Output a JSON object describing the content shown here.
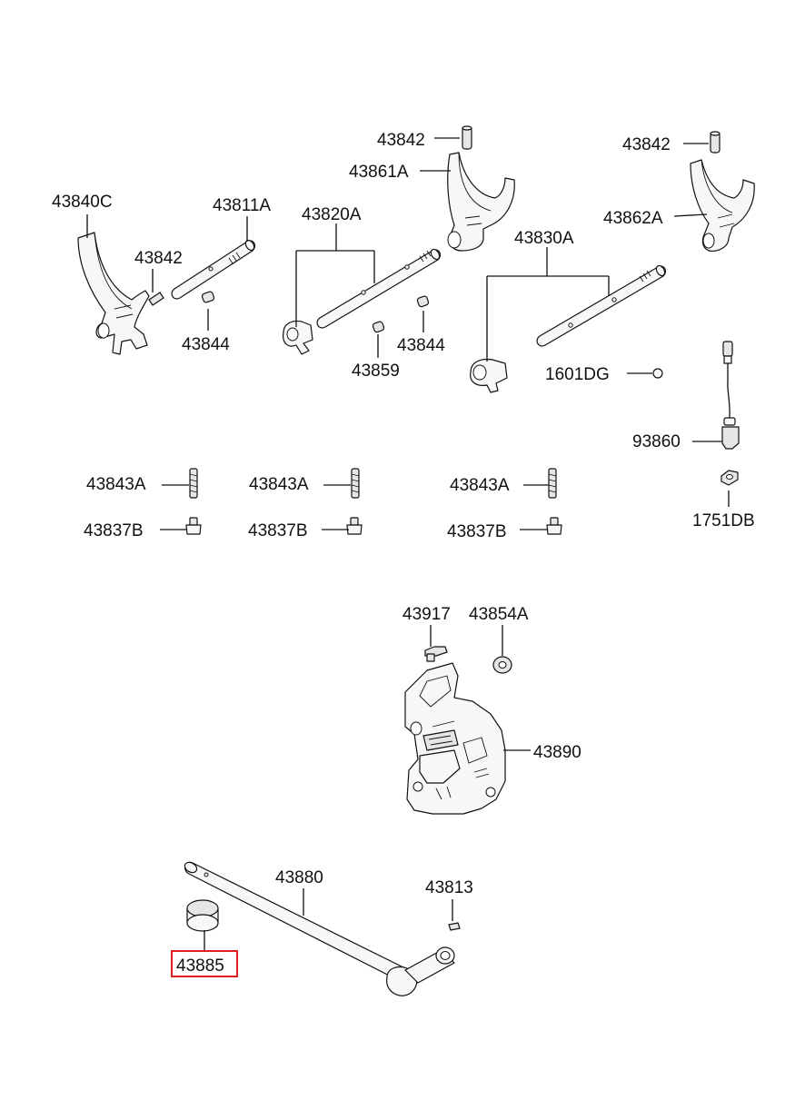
{
  "diagram": {
    "callouts": {
      "p43842_top": "43842",
      "p43861A": "43861A",
      "p43842_right": "43842",
      "p43840C": "43840C",
      "p43811A": "43811A",
      "p43820A": "43820A",
      "p43862A": "43862A",
      "p43842_left": "43842",
      "p43830A": "43830A",
      "p43844_left": "43844",
      "p43844_mid": "43844",
      "p43859": "43859",
      "p1601DG": "1601DG",
      "p93860": "93860",
      "p43843A_1": "43843A",
      "p43843A_2": "43843A",
      "p43843A_3": "43843A",
      "p43837B_1": "43837B",
      "p43837B_2": "43837B",
      "p43837B_3": "43837B",
      "p1751DB": "1751DB",
      "p43917": "43917",
      "p43854A": "43854A",
      "p43890": "43890",
      "p43880": "43880",
      "p43813": "43813",
      "p43885": "43885"
    },
    "highlight_color": "#e02020",
    "line_color": "#111111"
  }
}
